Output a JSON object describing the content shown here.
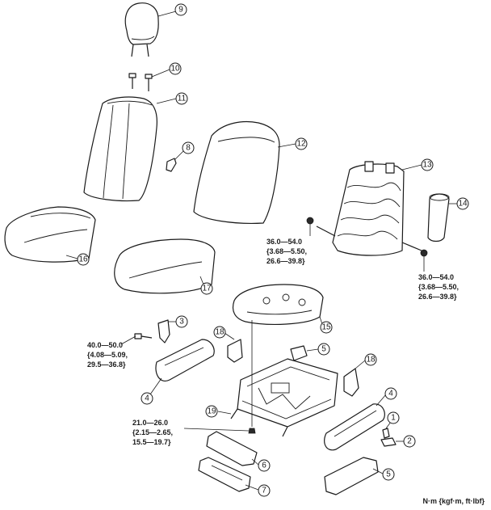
{
  "callouts": [
    {
      "id": "c9",
      "label": "9"
    },
    {
      "id": "c10",
      "label": "10"
    },
    {
      "id": "c11",
      "label": "11"
    },
    {
      "id": "c8",
      "label": "8"
    },
    {
      "id": "c12",
      "label": "12"
    },
    {
      "id": "c13",
      "label": "13"
    },
    {
      "id": "c14",
      "label": "14"
    },
    {
      "id": "c16",
      "label": "16"
    },
    {
      "id": "c17",
      "label": "17"
    },
    {
      "id": "c15",
      "label": "15"
    },
    {
      "id": "c3",
      "label": "3"
    },
    {
      "id": "c18a",
      "label": "18"
    },
    {
      "id": "c5a",
      "label": "5"
    },
    {
      "id": "c18b",
      "label": "18"
    },
    {
      "id": "c4a",
      "label": "4"
    },
    {
      "id": "c19",
      "label": "19"
    },
    {
      "id": "c4b",
      "label": "4"
    },
    {
      "id": "c1",
      "label": "1"
    },
    {
      "id": "c2",
      "label": "2"
    },
    {
      "id": "c6",
      "label": "6"
    },
    {
      "id": "c7",
      "label": "7"
    },
    {
      "id": "c5b",
      "label": "5"
    }
  ],
  "torque_specs": {
    "seatback_frame_upper": {
      "line1": "36.0—54.0",
      "line2": "{3.68—5.50,",
      "line3": "26.6—39.8}"
    },
    "seatback_frame_lower": {
      "line1": "36.0—54.0",
      "line2": "{3.68—5.50,",
      "line3": "26.6—39.8}"
    },
    "recliner_bolt": {
      "line1": "40.0—50.0",
      "line2": "{4.08—5.09,",
      "line3": "29.5—36.8}"
    },
    "track_bolt": {
      "line1": "21.0—26.0",
      "line2": "{2.15—2.65,",
      "line3": "15.5—19.7}"
    }
  },
  "units_label": "N·m {kgf·m, ft·lbf}"
}
